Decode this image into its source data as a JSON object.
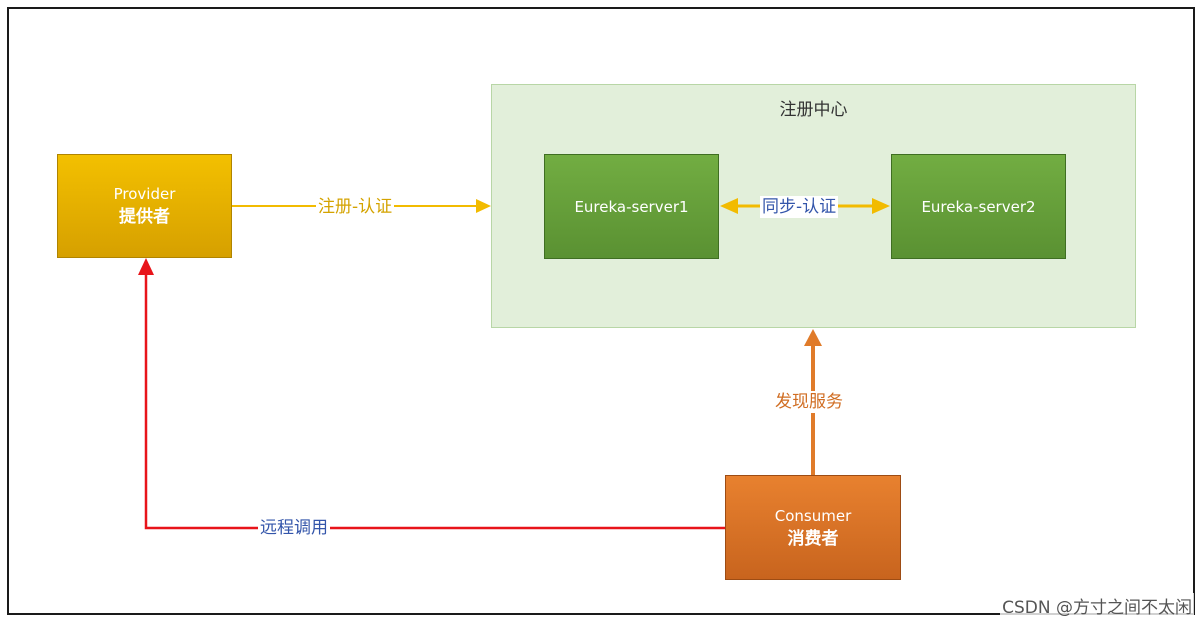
{
  "registry": {
    "title": "注册中心"
  },
  "provider": {
    "name_en": "Provider",
    "name_zh": "提供者"
  },
  "consumer": {
    "name_en": "Consumer",
    "name_zh": "消费者"
  },
  "servers": [
    {
      "name": "Eureka-server1"
    },
    {
      "name": "Eureka-server2"
    }
  ],
  "edges": {
    "register": "注册-认证",
    "sync": "同步-认证",
    "discover": "发现服务",
    "remote_call": "远程调用"
  },
  "watermark": "CSDN @方寸之间不太闲",
  "colors": {
    "register": "#f2bb00",
    "sync": "#f2bb00",
    "discover": "#e07b2a",
    "remote_call": "#e8141a"
  }
}
